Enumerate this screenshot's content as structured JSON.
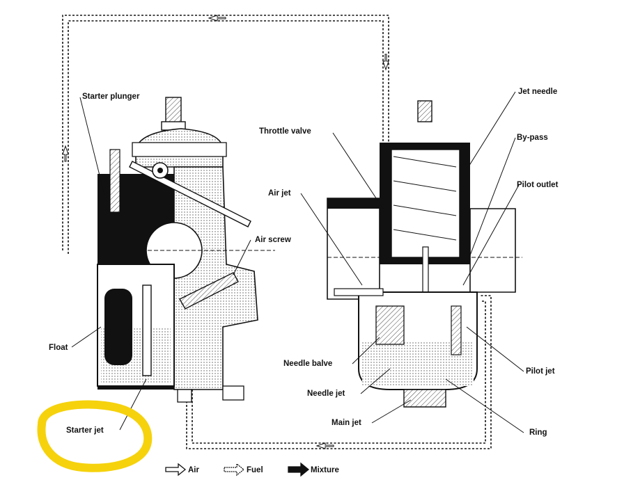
{
  "labels": {
    "starter_plunger": "Starter plunger",
    "throttle_valve": "Throttle valve",
    "air_jet": "Air jet",
    "air_screw": "Air screw",
    "float": "Float",
    "starter_jet": "Starter jet",
    "jet_needle": "Jet needle",
    "by_pass": "By-pass",
    "pilot_outlet": "Pilot outlet",
    "needle_valve": "Needle balve",
    "needle_jet": "Needle jet",
    "main_jet": "Main jet",
    "pilot_jet": "Pilot jet",
    "ring": "Ring"
  },
  "legend": {
    "air": "Air",
    "fuel": "Fuel",
    "mixture": "Mixture"
  },
  "colors": {
    "highlight": "#f5d20c",
    "ink": "#111111"
  }
}
